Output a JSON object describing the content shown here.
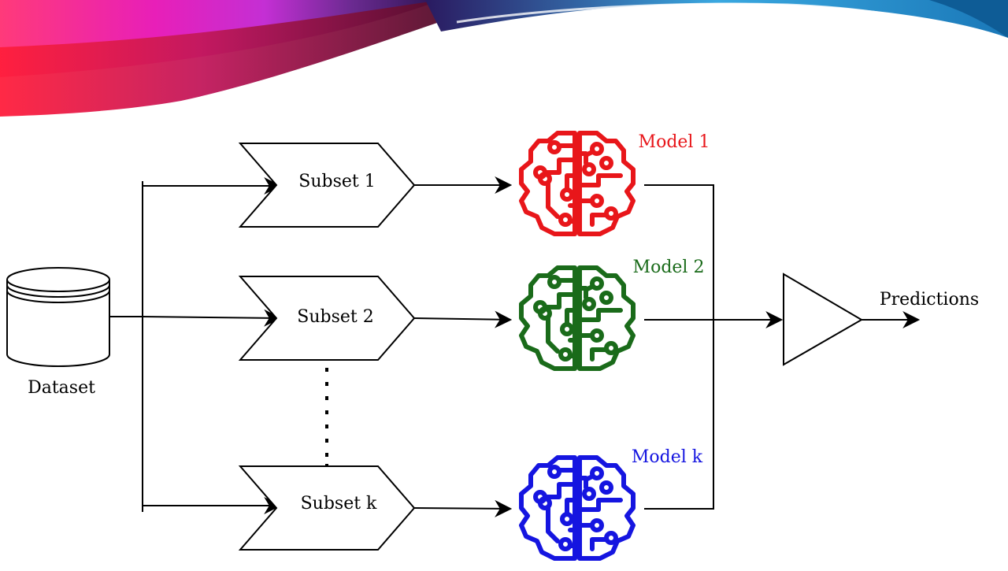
{
  "dataset": {
    "label": "Dataset"
  },
  "subsets": [
    {
      "label": "Subset 1"
    },
    {
      "label": "Subset 2"
    },
    {
      "label": "Subset k"
    }
  ],
  "models": [
    {
      "label": "Model 1",
      "color": "#e8161a"
    },
    {
      "label": "Model 2",
      "color": "#1a6b1a"
    },
    {
      "label": "Model k",
      "color": "#1515e0"
    }
  ],
  "output": {
    "label": "Predictions"
  },
  "banner": {
    "colors": [
      "#ff2d6f",
      "#e020c8",
      "#a030d8",
      "#2a1a60",
      "#4ab8e8",
      "#1a7ab8"
    ]
  }
}
